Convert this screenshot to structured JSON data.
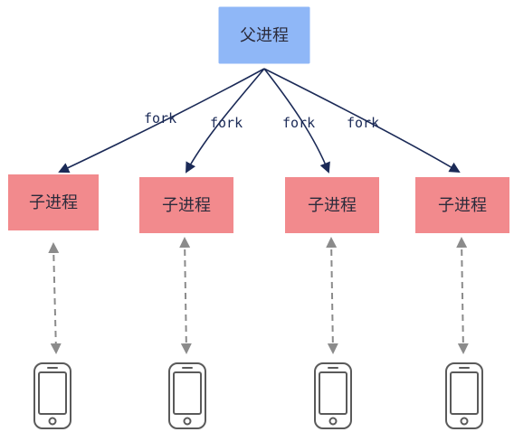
{
  "diagram": {
    "parent": {
      "label": "父进程",
      "color": "#8fb7f7"
    },
    "fork_label": "fork",
    "children": [
      {
        "label": "子进程",
        "edge_label": "fork"
      },
      {
        "label": "子进程",
        "edge_label": "fork"
      },
      {
        "label": "子进程",
        "edge_label": "fork"
      },
      {
        "label": "子进程",
        "edge_label": "fork"
      }
    ],
    "child_color": "#f28a8d",
    "clients": [
      {
        "icon": "smartphone-icon"
      },
      {
        "icon": "smartphone-icon"
      },
      {
        "icon": "smartphone-icon"
      },
      {
        "icon": "smartphone-icon"
      }
    ],
    "colors": {
      "arrow": "#1b2a57",
      "dashed_connection": "#8b8b8b",
      "phone_outline": "#5a5a5a"
    }
  }
}
